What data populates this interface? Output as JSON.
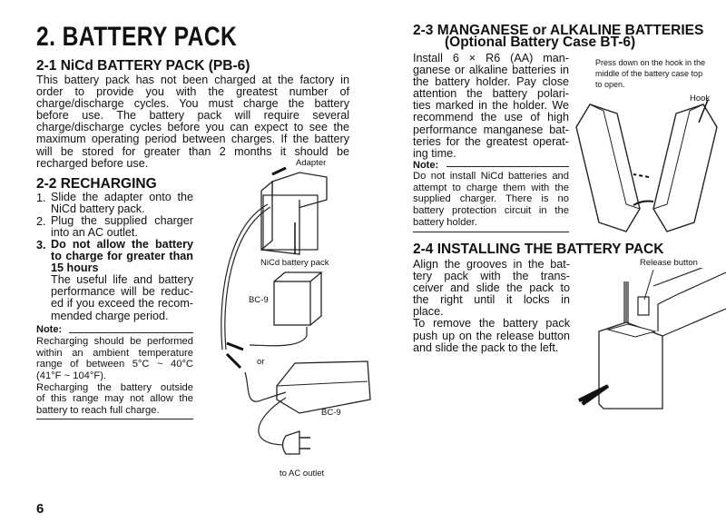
{
  "page_title": "2. BATTERY PACK",
  "page_number": "6",
  "s21": {
    "heading": "2-1  NiCd BATTERY PACK (PB-6)",
    "lines": [
      "This battery pack has not been charged at the factory in",
      "order to provide you with the greatest number of",
      "charge/discharge cycles. You must charge the battery",
      "before use. The battery pack will require several",
      "charge/discharge cycles before you can expect to see the",
      "maximum operating period between charges. If the battery",
      "will be stored for greater than 2 months it should be",
      "recharged before use."
    ]
  },
  "s22": {
    "heading": "2-2  RECHARGING",
    "steps": [
      {
        "num": "1.",
        "lines": [
          "Slide the adapter onto the",
          "NiCd battery pack."
        ]
      },
      {
        "num": "2.",
        "lines": [
          "Plug the supplied charger",
          "into an AC outlet."
        ]
      },
      {
        "num": "3.",
        "lines": [
          "Do not allow the battery",
          "to charge for greater than",
          "15 hours",
          "The useful life and battery",
          "performance will be reduc-",
          "ed if you exceed the recom-",
          "mended charge period."
        ]
      }
    ],
    "note_label": "Note:",
    "note_lines": [
      "Recharging should be performed",
      "within an ambient temperature",
      "range of between 5°C ~ 40°C",
      "(41°F ~ 104°F).",
      "Recharging the battery outside",
      "of this range may not allow the",
      "battery to reach full charge."
    ],
    "figure_labels": {
      "adapter": "Adapter",
      "battery_pack": "NiCd battery pack",
      "charger_a": "BC-9",
      "or": "or",
      "charger_b": "BC-9",
      "outlet": "to AC outlet"
    }
  },
  "s23": {
    "heading_1": "2-3  MANGANESE or ALKALINE BATTERIES",
    "heading_2": "(Optional Battery Case BT-6)",
    "lines": [
      "Install 6 × R6 (AA) man-",
      "ganese or alkaline batteries in",
      "the battery holder. Pay close",
      "attention the battery polari-",
      "ties marked in the holder. We",
      "recommend the use of high",
      "performance manganese bat-",
      "teries for the greatest operat-",
      "ing time."
    ],
    "note_label": "Note:",
    "note_lines": [
      "Do not install NiCd batteries and",
      "attempt to charge them with the",
      "supplied charger. There is no",
      "battery protection circuit in the",
      "battery holder."
    ],
    "caption": [
      "Press down on the hook in the",
      "middle of the battery case top",
      "to open."
    ],
    "hook_label": "Hook"
  },
  "s24": {
    "heading": "2-4  INSTALLING THE BATTERY PACK",
    "lines": [
      "Align the grooves in the bat-",
      "tery pack with the trans-",
      "ceiver and slide the pack to",
      "the right until it locks in",
      "place.",
      "To remove the battery pack",
      "push up on the release button",
      "and slide the pack to the left."
    ],
    "release_label": "Release button"
  }
}
